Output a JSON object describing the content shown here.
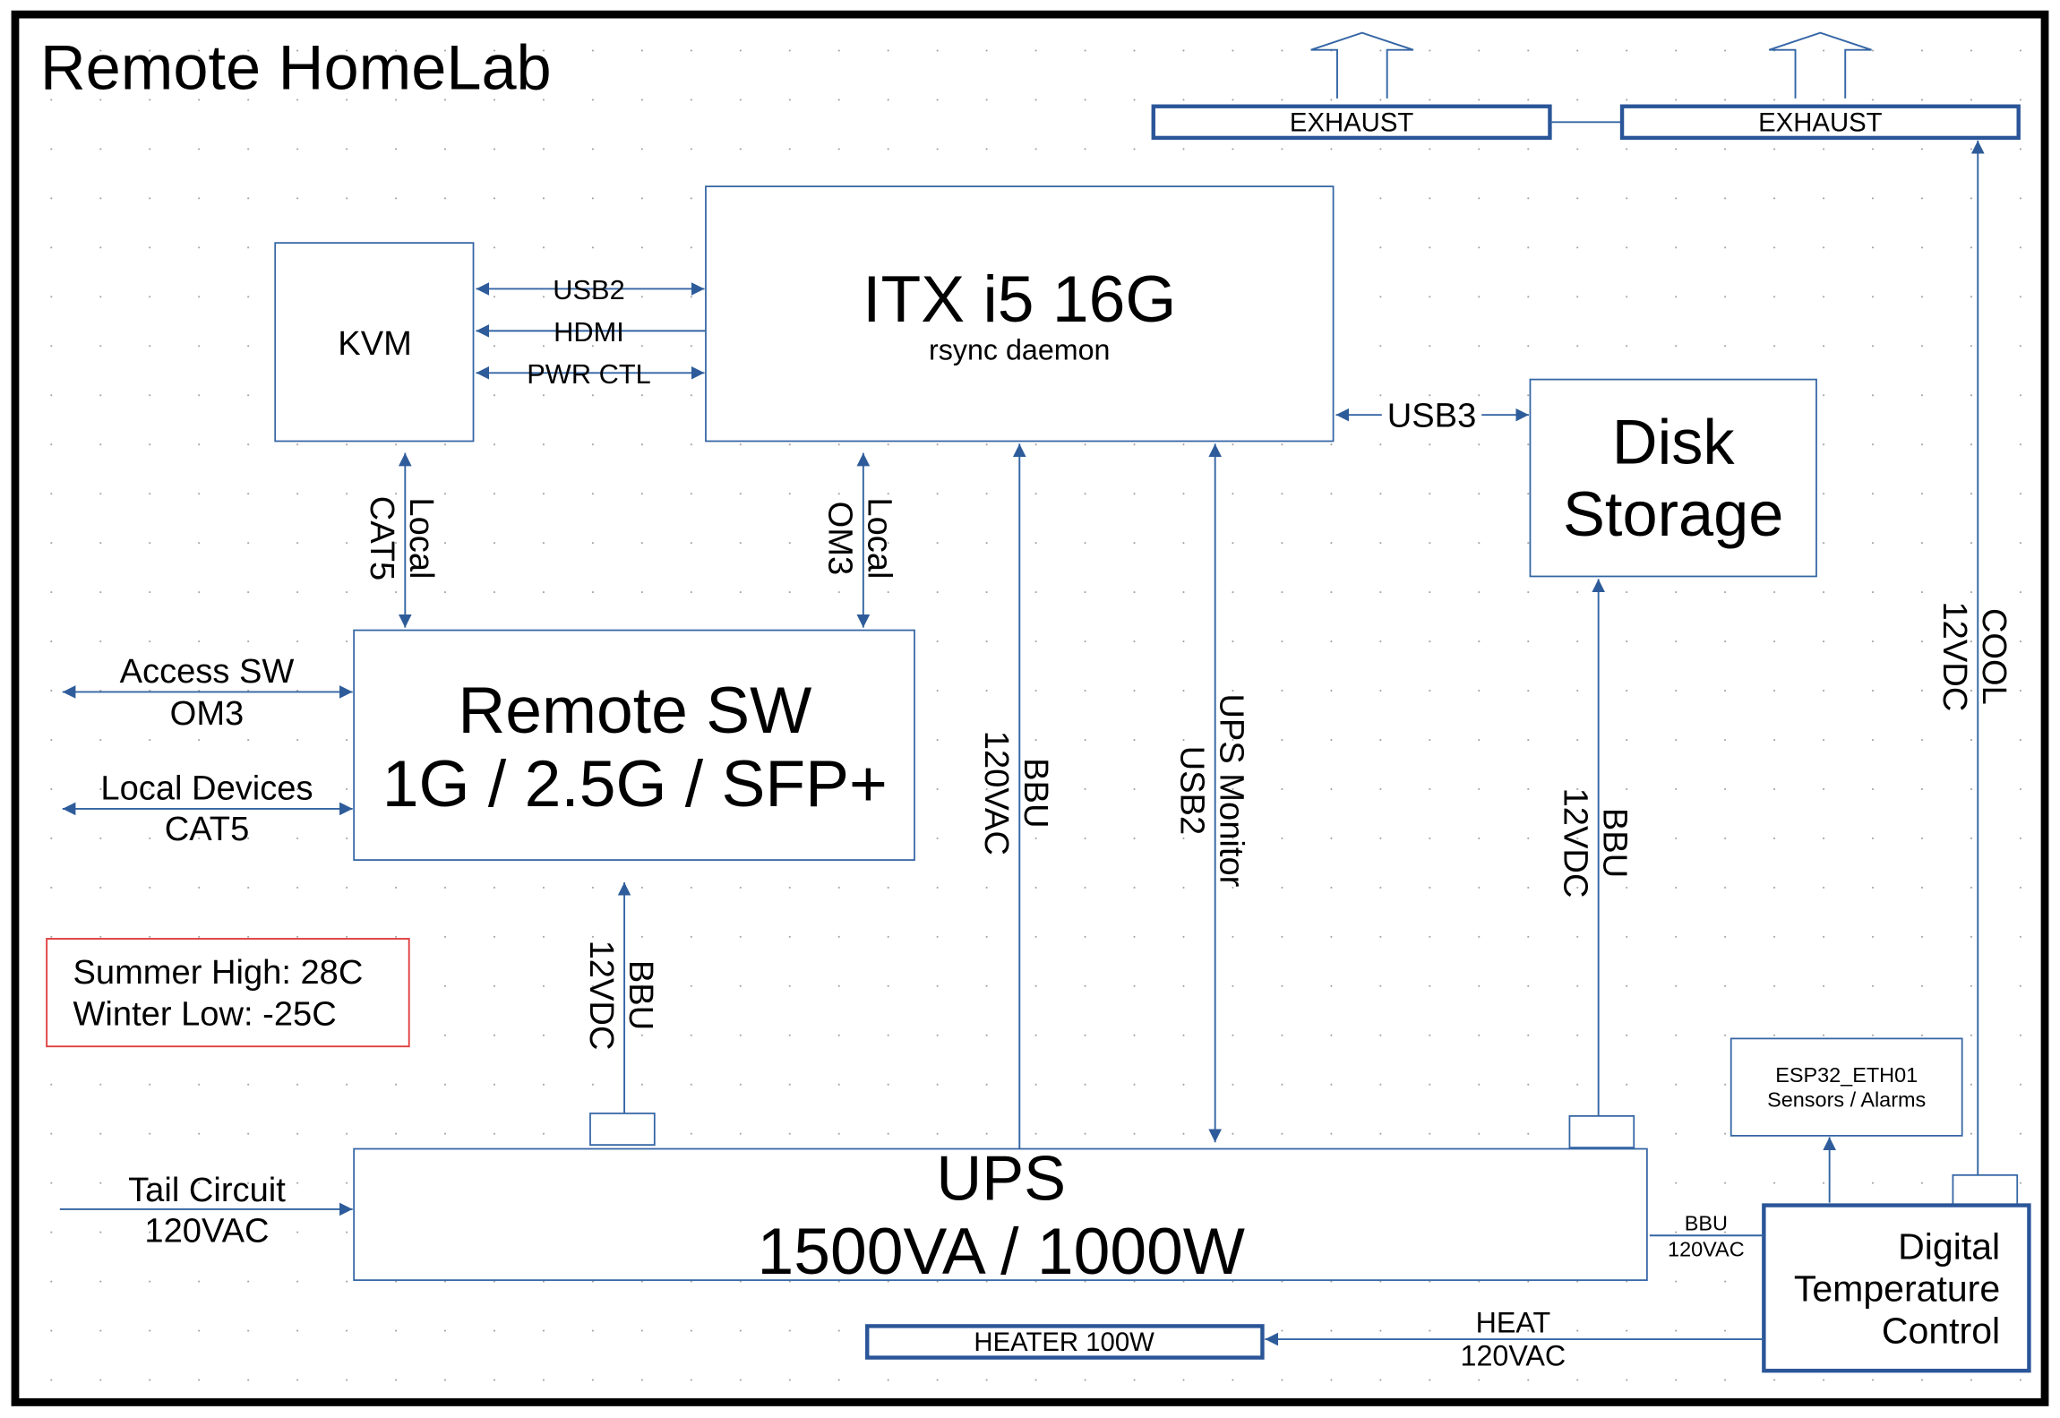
{
  "title": "Remote HomeLab",
  "colors": {
    "line": "#3465a4",
    "arrow": "#2e5c9a",
    "note_border": "#e04040",
    "frame": "#000000"
  },
  "exhaust": [
    "EXHAUST",
    "EXHAUST"
  ],
  "itx": {
    "title": "ITX i5 16G",
    "subtitle": "rsync daemon"
  },
  "kvm": {
    "label": "KVM",
    "links": [
      "USB2",
      "HDMI",
      "PWR CTL"
    ]
  },
  "kvm_switch_link": [
    "Local",
    "CAT5"
  ],
  "itx_switch_link": [
    "Local",
    "OM3"
  ],
  "remote_switch": {
    "line1": "Remote SW",
    "line2": "1G / 2.5G / SFP+"
  },
  "access_sw": [
    "Access SW",
    "OM3"
  ],
  "local_devices": [
    "Local Devices",
    "CAT5"
  ],
  "note": [
    "Summer High: 28C",
    "Winter Low: -25C"
  ],
  "switch_power": [
    "BBU",
    "12VDC"
  ],
  "itx_power": [
    "BBU",
    "120VAC"
  ],
  "ups_monitor": [
    "UPS Monitor",
    "USB2"
  ],
  "usb3": "USB3",
  "disk": {
    "line1": "Disk",
    "line2": "Storage"
  },
  "disk_power": [
    "BBU",
    "12VDC"
  ],
  "cool": [
    "COOL",
    "12VDC"
  ],
  "esp32": {
    "line1": "ESP32_ETH01",
    "line2": "Sensors / Alarms"
  },
  "dtc": [
    "Digital",
    "Temperature",
    "Control"
  ],
  "dtc_power": [
    "BBU",
    "120VAC"
  ],
  "ups": {
    "line1": "UPS",
    "line2": "1500VA / 1000W"
  },
  "tail_circuit": [
    "Tail Circuit",
    "120VAC"
  ],
  "heater": "HEATER 100W",
  "heat": [
    "HEAT",
    "120VAC"
  ]
}
